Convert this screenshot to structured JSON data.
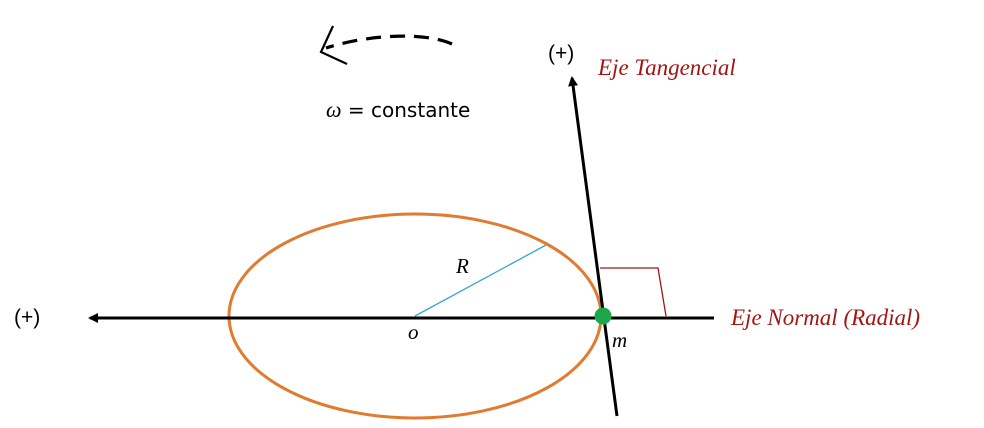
{
  "rotation": {
    "symbol": "ω",
    "equation_text": "= constante"
  },
  "tangential_axis": {
    "label": "Eje Tangencial",
    "positive": "(+)"
  },
  "normal_axis": {
    "label": "Eje Normal (Radial)",
    "positive": "(+)"
  },
  "labels": {
    "center": "o",
    "radius": "R",
    "mass": "m"
  },
  "colors": {
    "circle": "#e07b2f",
    "radius_line": "#2ea7d8",
    "axis_label": "#a31515",
    "right_angle": "#a31515",
    "mass_point": "#1aa84a",
    "axes": "#000000"
  },
  "icons": {
    "rotation_arrow": "dashed-curved-arrow-icon",
    "axis_arrowhead": "arrowhead-icon"
  }
}
